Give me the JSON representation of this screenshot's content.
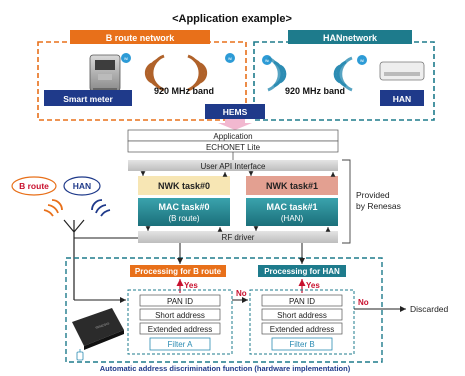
{
  "title": "<Application example>",
  "networks": {
    "b_route": {
      "label": "B route network",
      "color": "#e8701a"
    },
    "han": {
      "label": "HANnetwork",
      "color": "#1e7b8c"
    }
  },
  "top": {
    "band_left": "920 MHz band",
    "band_right": "920 MHz band",
    "smart_meter": "Smart meter",
    "hems": "HEMS",
    "han_device": "HAN"
  },
  "stack": {
    "application": "Application",
    "echonet": "ECHONET Lite",
    "user_api": "User API Interface",
    "nwk0": "NWK task#0",
    "nwk1": "NWK task#1",
    "mac0_line1": "MAC task#0",
    "mac0_line2": "(B route)",
    "mac1_line1": "MAC task#1",
    "mac1_line2": "(HAN)",
    "rf_driver": "RF driver",
    "provided_line1": "Provided",
    "provided_line2": "by Renesas"
  },
  "bubbles": {
    "b_route": "B route",
    "han": "HAN"
  },
  "filters": {
    "proc_b": "Processing for B route",
    "proc_han": "Processing for HAN",
    "yes_a": "Yes",
    "yes_b": "Yes",
    "no_a": "No",
    "no_b": "No",
    "pan_id_a": "PAN ID",
    "short_a": "Short address",
    "ext_a": "Extended address",
    "filter_a": "Filter A",
    "pan_id_b": "PAN ID",
    "short_b": "Short address",
    "ext_b": "Extended address",
    "filter_b": "Filter B",
    "discarded": "Discarded",
    "caption": "Automatic address discrimination function (hardware implementation)"
  },
  "colors": {
    "orange": "#e8701a",
    "teal": "#1e7b8c",
    "navy": "#1f3a8a",
    "red": "#c8102e",
    "nwk0_fill": "#f7e6b4",
    "nwk1_fill": "#e3a091",
    "mac_fill": "#2a8b96",
    "grey_band": "#c9c9c9"
  }
}
